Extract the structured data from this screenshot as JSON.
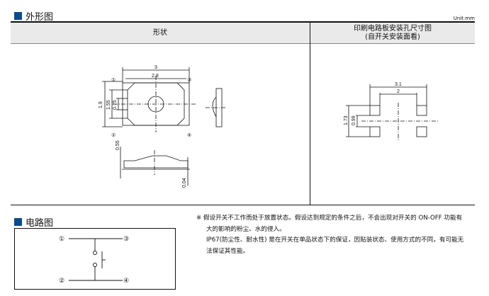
{
  "outline": {
    "title": "外形图",
    "unit": "Unit:mm",
    "col_shape": "形状",
    "col_pcb_line1": "印刷电路板安装孔尺寸图",
    "col_pcb_line2": "(自开关安装面看)",
    "dims": {
      "w_outer": "3",
      "w_inner": "2.8",
      "h_outer": "1.9",
      "h_mid": "1.55",
      "h_inner": "0.75",
      "t1": "0.55",
      "t2": "0.04"
    },
    "pins": [
      "①",
      "②",
      "③",
      "④"
    ],
    "pcb_dims": {
      "w_outer": "3.1",
      "w_inner": "2",
      "h_outer": "1.73",
      "h_inner": "0.99"
    }
  },
  "circuit": {
    "title": "电路图",
    "pins": [
      "①",
      "②",
      "③",
      "④"
    ]
  },
  "notes": {
    "line1": "※ 假设开关不工作而处于放置状态。假设达到规定的条件之后，不会出现对开关的 ON-OFF 功能有",
    "line2": "大的影响的粉尘、水的侵入。",
    "line3": "IP67(防尘性、耐水性) 是在开关在单品状态下的保证，因贴装状态、使用方式的不同，有可能无",
    "line4": "法保证其性能。"
  },
  "colors": {
    "accent": "#0b4a8c"
  }
}
